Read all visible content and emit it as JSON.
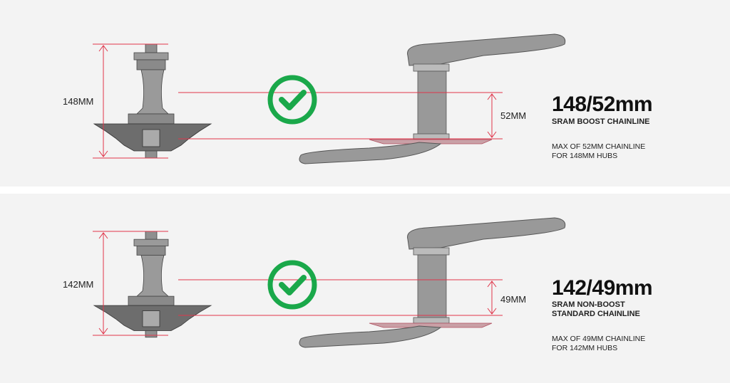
{
  "colors": {
    "measure": "#e0354a",
    "check": "#1aa84a",
    "part": "#8f8f8f",
    "background": "#f3f3f3"
  },
  "panels": [
    {
      "hub_label": "148MM",
      "chainline_label": "52MM",
      "title": "148/52mm",
      "subtitle_lines": [
        "SRAM BOOST CHAINLINE"
      ],
      "note_lines": [
        "MAX OF 52MM CHAINLINE",
        "FOR 148MM HUBS"
      ],
      "icon": "check-circle-icon"
    },
    {
      "hub_label": "142MM",
      "chainline_label": "49MM",
      "title": "142/49mm",
      "subtitle_lines": [
        "SRAM NON-BOOST",
        "STANDARD CHAINLINE"
      ],
      "note_lines": [
        "MAX OF 49MM CHAINLINE",
        "FOR 142MM HUBS"
      ],
      "icon": "check-circle-icon"
    }
  ]
}
